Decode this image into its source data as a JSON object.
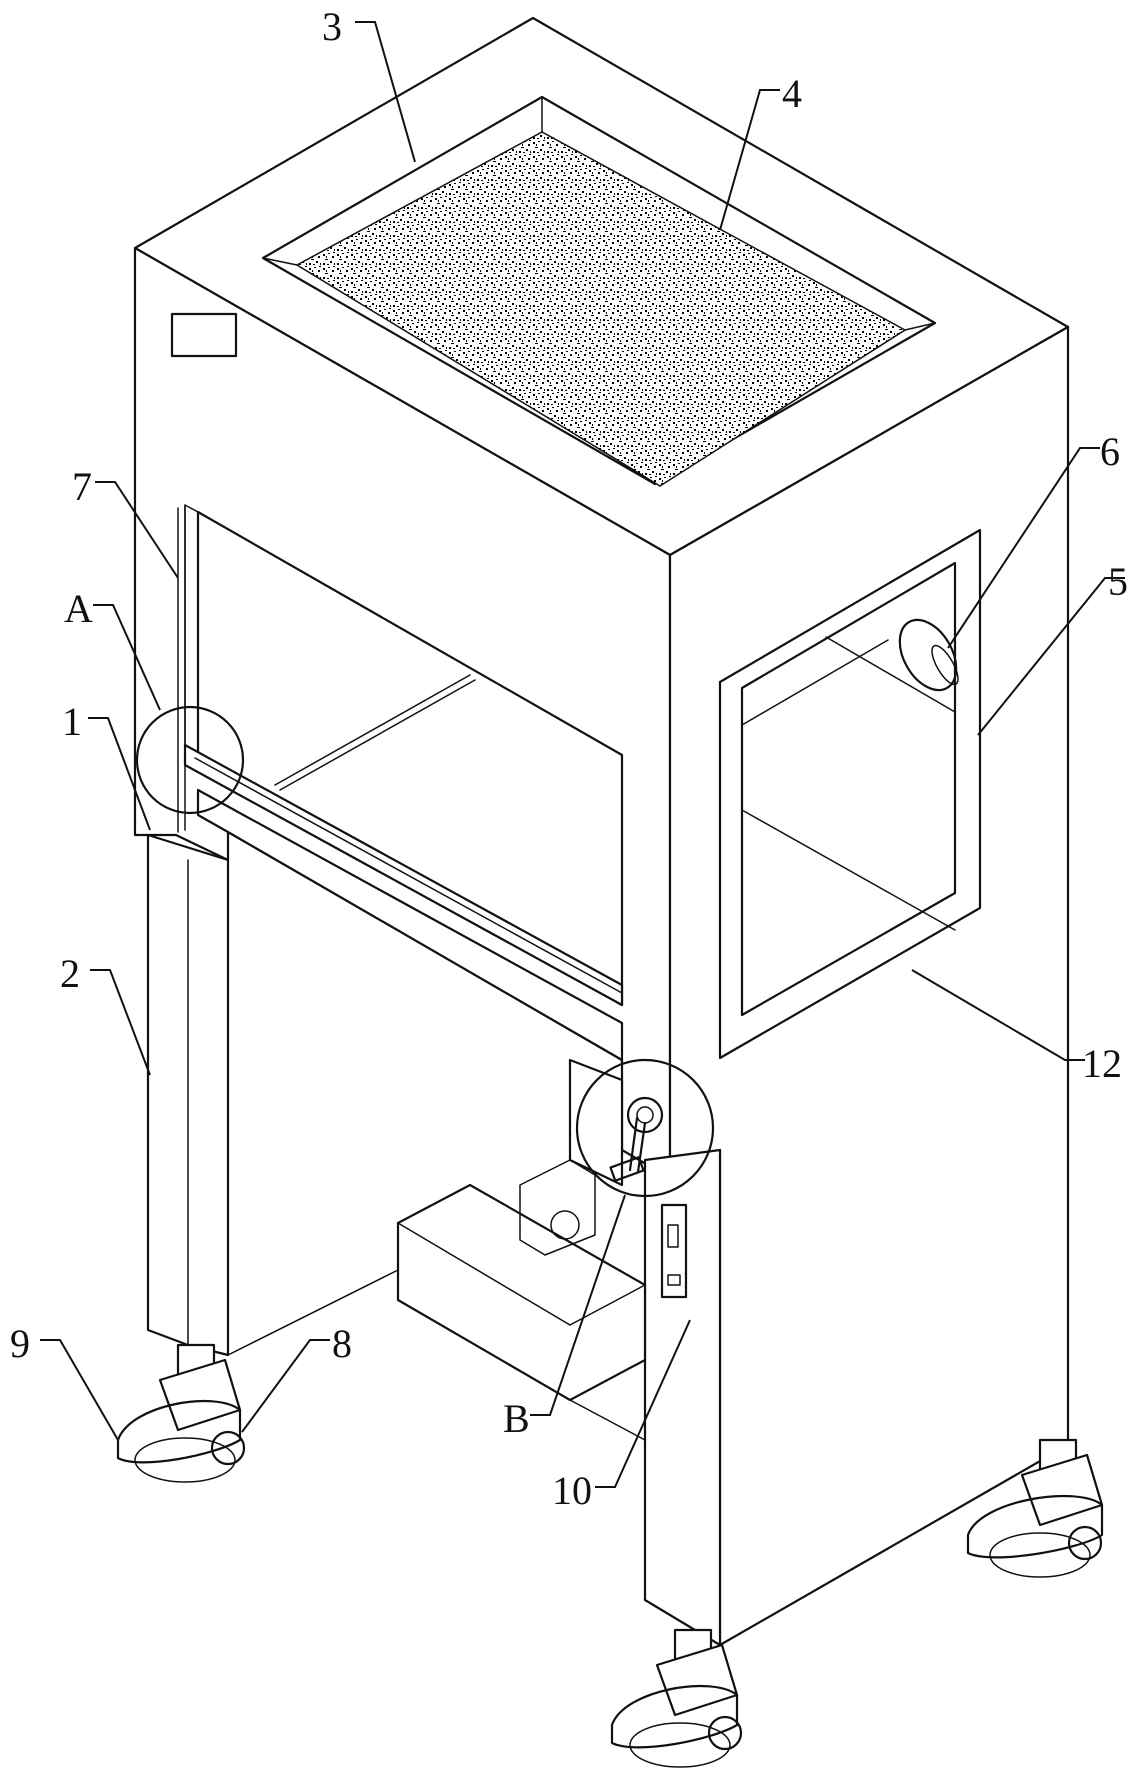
{
  "figure": {
    "labels": {
      "l1": "1",
      "l2": "2",
      "l3": "3",
      "l4": "4",
      "l5": "5",
      "l6": "6",
      "l7": "7",
      "l8": "8",
      "l9": "9",
      "l10": "10",
      "l12": "12",
      "lA": "A",
      "lB": "B"
    }
  }
}
